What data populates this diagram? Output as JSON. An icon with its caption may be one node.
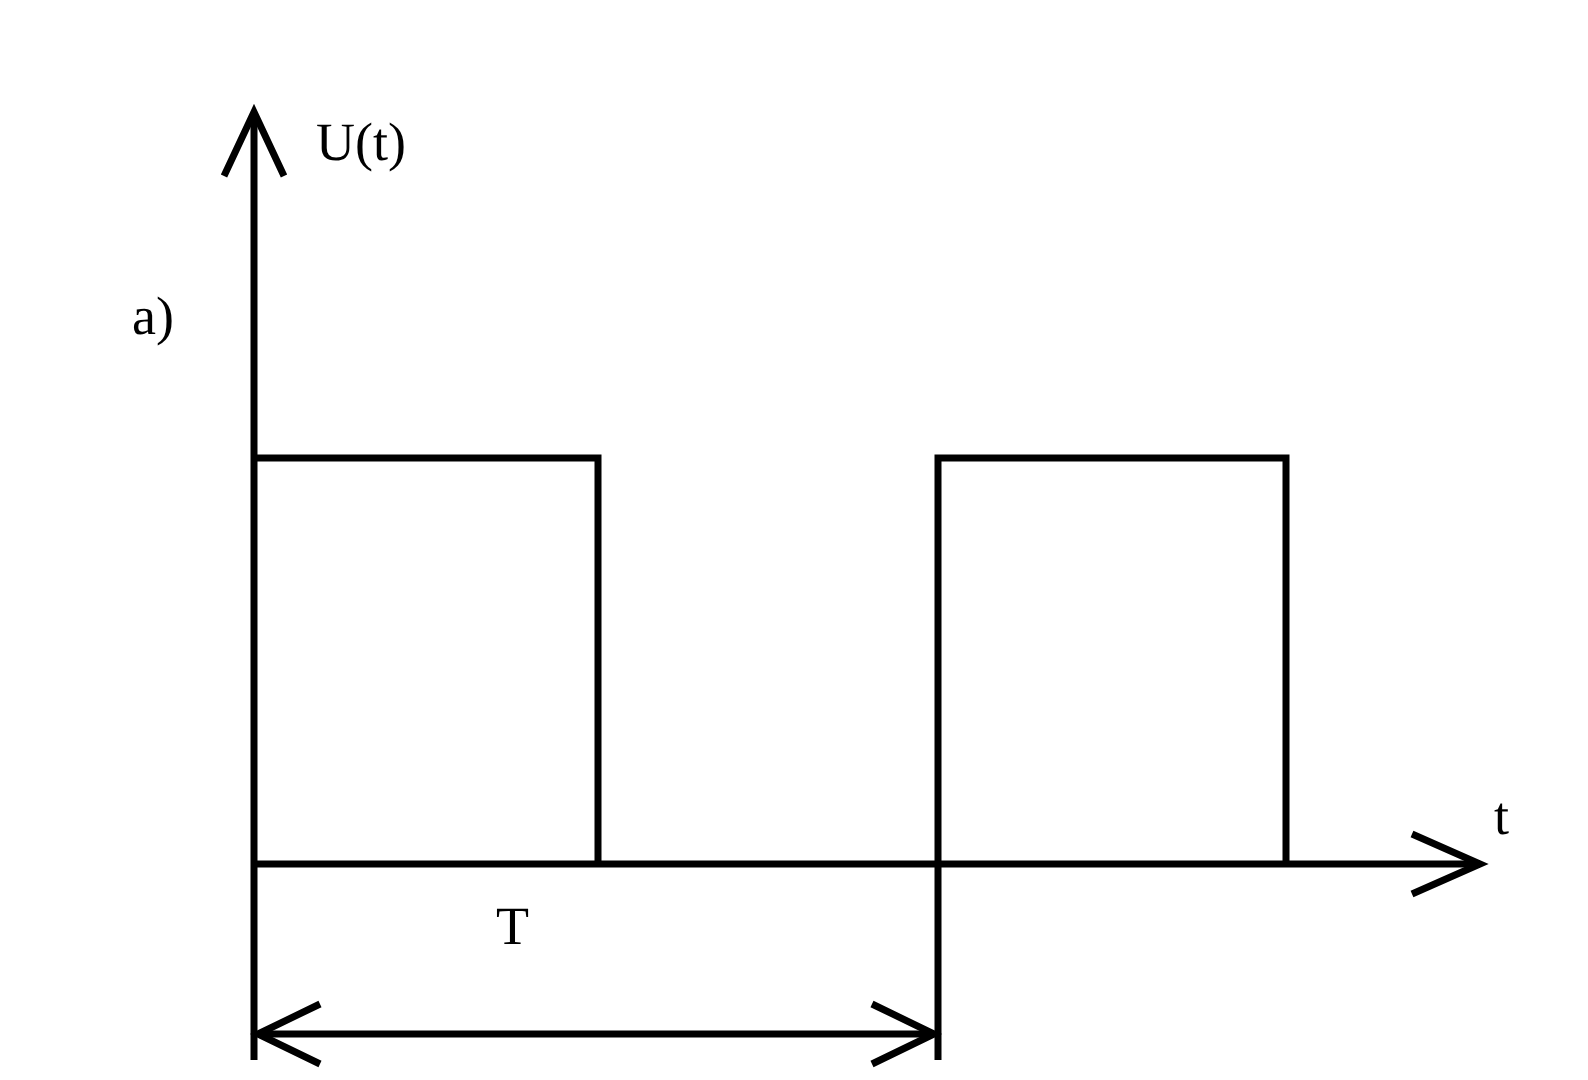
{
  "diagram": {
    "labels": [
      "U(t)",
      "a)",
      "t",
      "T"
    ]
  }
}
